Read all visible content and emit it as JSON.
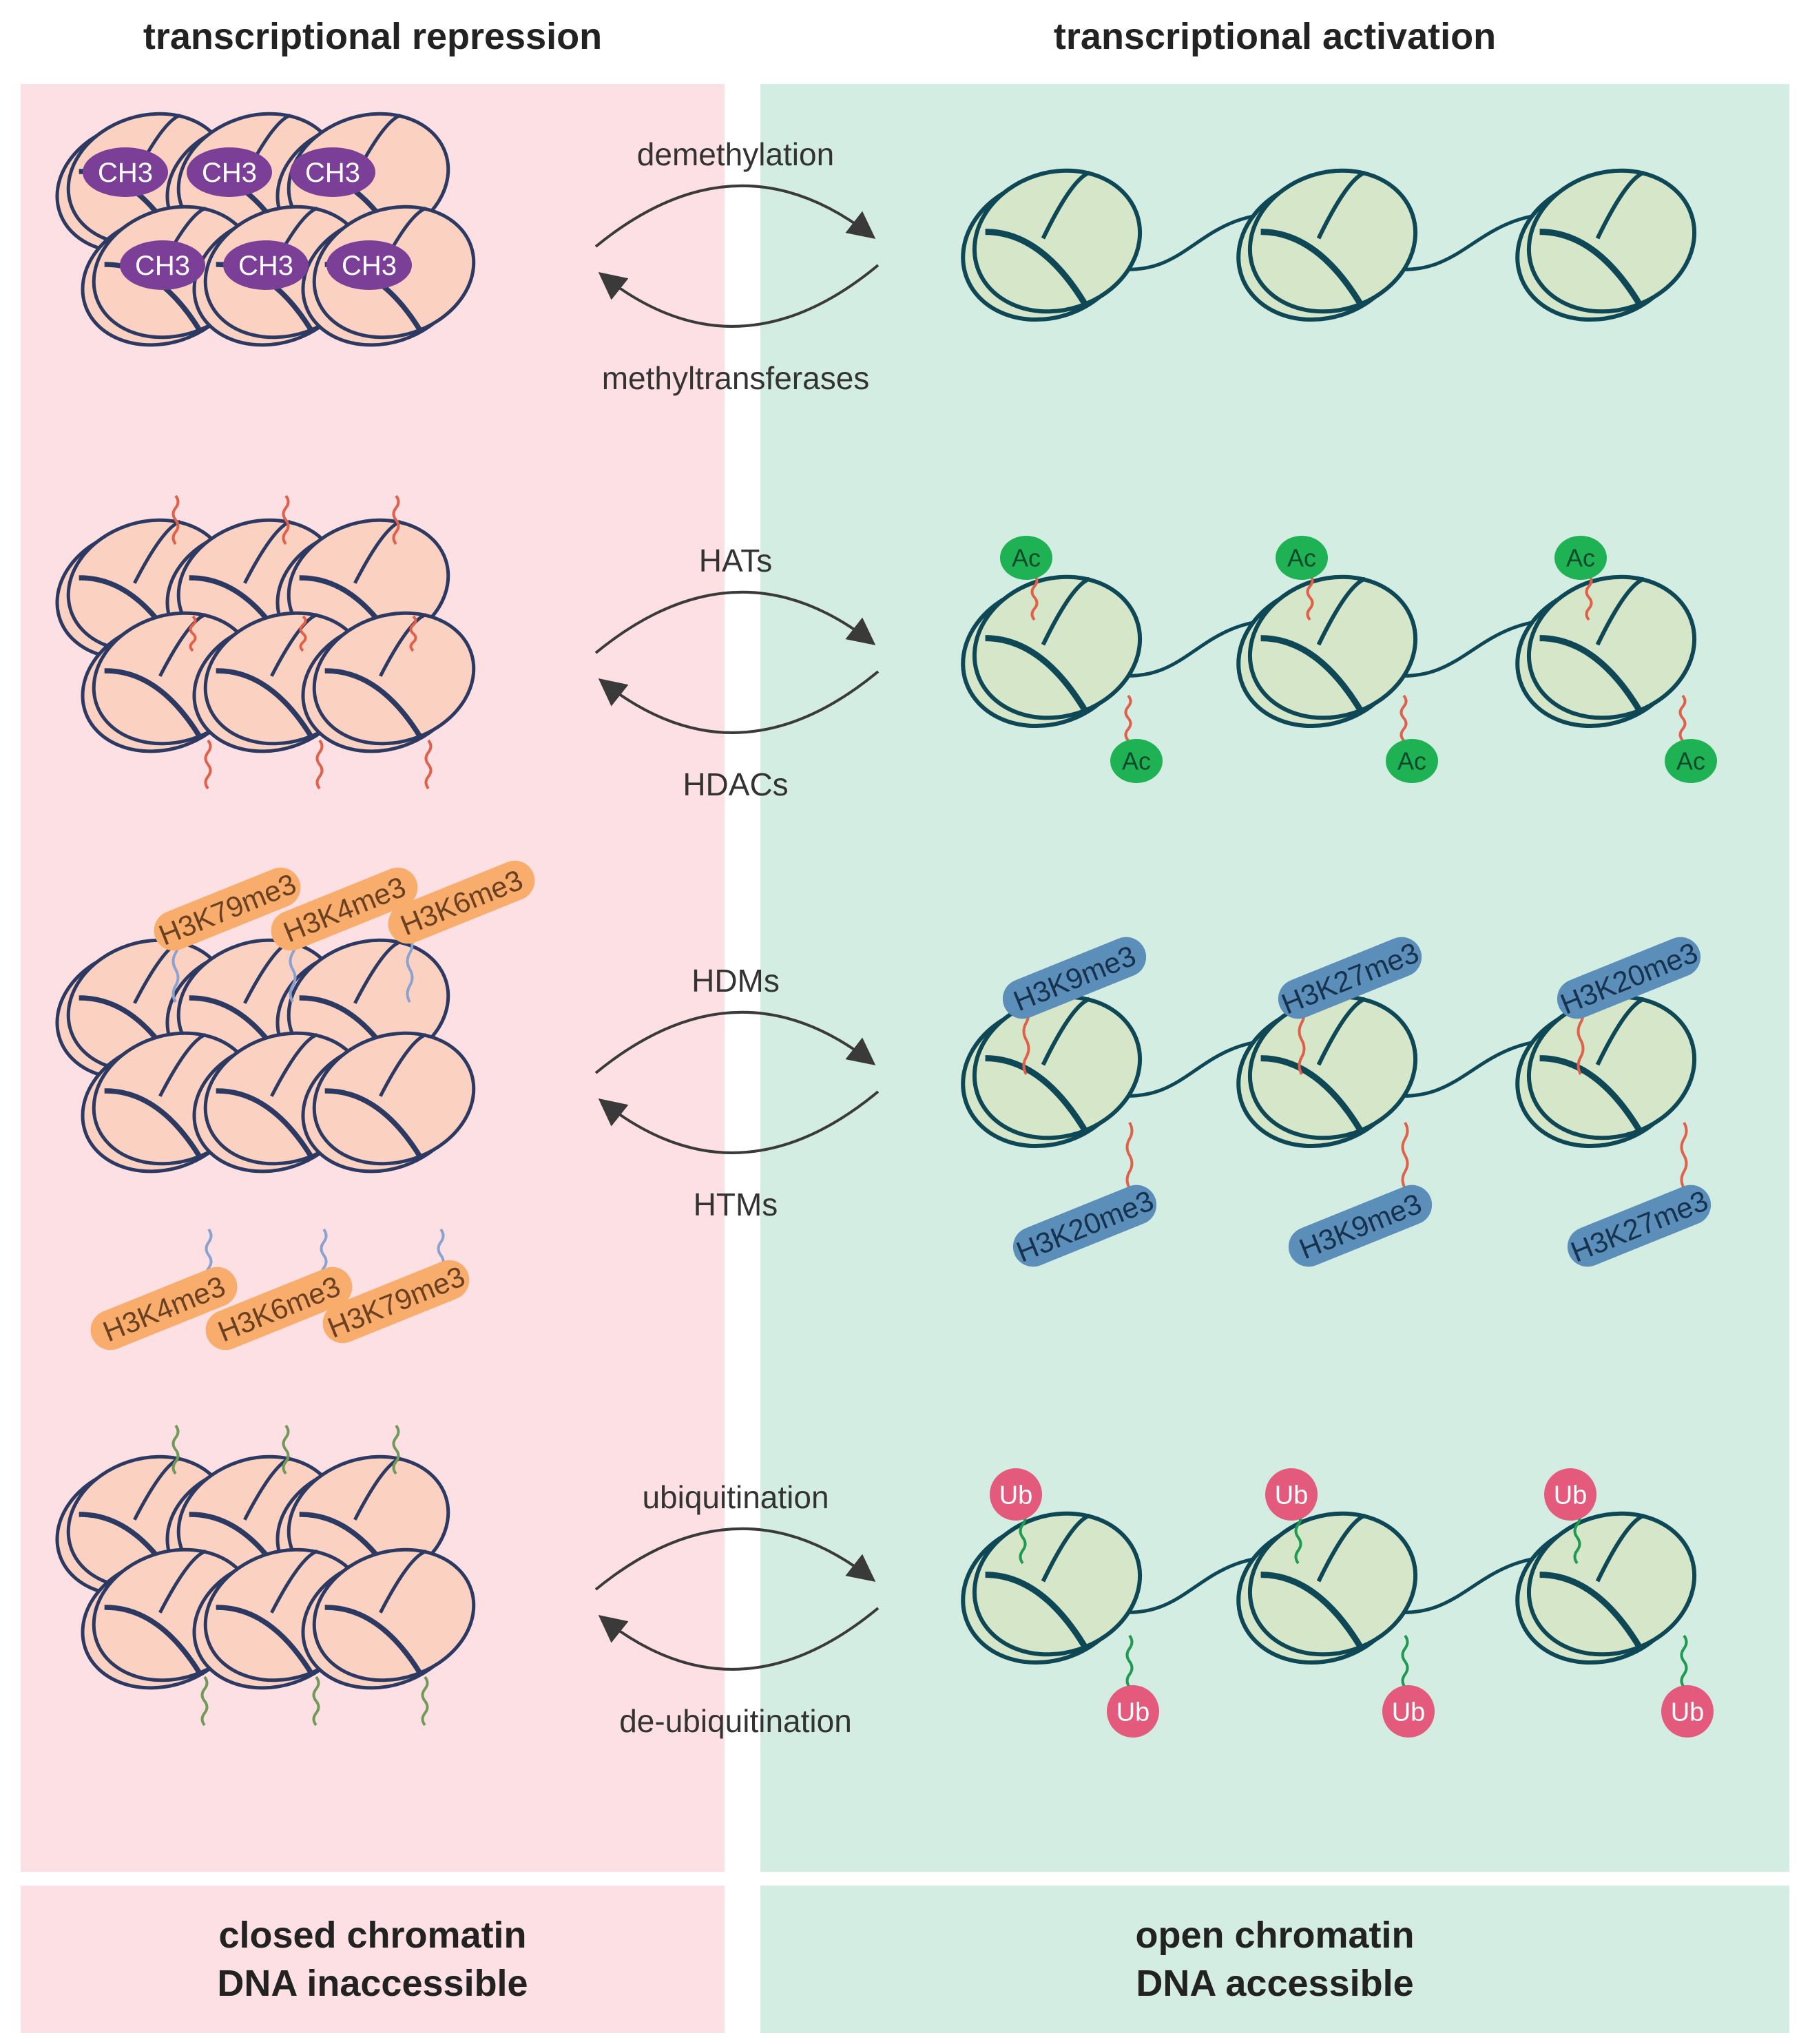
{
  "headers": {
    "left": "transcriptional repression",
    "right": "transcriptional activation"
  },
  "colors": {
    "repression_bg": "#fde0e3",
    "activation_bg": "#d4ede3",
    "closed_nucleosome_fill": "#fbd2c2",
    "closed_nucleosome_stroke": "#2c3a63",
    "open_nucleosome_fill": "#d5e6c9",
    "open_nucleosome_stroke": "#0e4756",
    "methyl": "#7b3f98",
    "acetyl": "#1fb254",
    "orange_mark": "#f9ad6c",
    "blue_mark": "#5b8fba",
    "ubiquitin": "#e35a7d",
    "arrow": "#3a3a3a"
  },
  "rows": [
    {
      "forward_label": "demethylation",
      "reverse_label": "methyltransferases",
      "left_marks": [
        "CH3",
        "CH3",
        "CH3",
        "CH3",
        "CH3",
        "CH3"
      ],
      "right_top_marks": [],
      "right_bottom_marks": []
    },
    {
      "forward_label": "HATs",
      "reverse_label": "HDACs",
      "left_marks": [],
      "right_top_marks": [
        "Ac",
        "Ac",
        "Ac"
      ],
      "right_bottom_marks": [
        "Ac",
        "Ac",
        "Ac"
      ]
    },
    {
      "forward_label": "HDMs",
      "reverse_label": "HTMs",
      "left_top_marks": [
        "H3K79me3",
        "H3K4me3",
        "H3K6me3"
      ],
      "left_bottom_marks": [
        "H3K4me3",
        "H3K6me3",
        "H3K79me3"
      ],
      "right_top_marks": [
        "H3K9me3",
        "H3K27me3",
        "H3K20me3"
      ],
      "right_bottom_marks": [
        "H3K20me3",
        "H3K9me3",
        "H3K27me3"
      ]
    },
    {
      "forward_label": "ubiquitination",
      "reverse_label": "de-ubiquitination",
      "left_marks": [],
      "right_top_marks": [
        "Ub",
        "Ub",
        "Ub"
      ],
      "right_bottom_marks": [
        "Ub",
        "Ub",
        "Ub"
      ]
    }
  ],
  "footers": {
    "left_line1": "closed chromatin",
    "left_line2": "DNA inaccessible",
    "right_line1": "open chromatin",
    "right_line2": "DNA accessible"
  }
}
